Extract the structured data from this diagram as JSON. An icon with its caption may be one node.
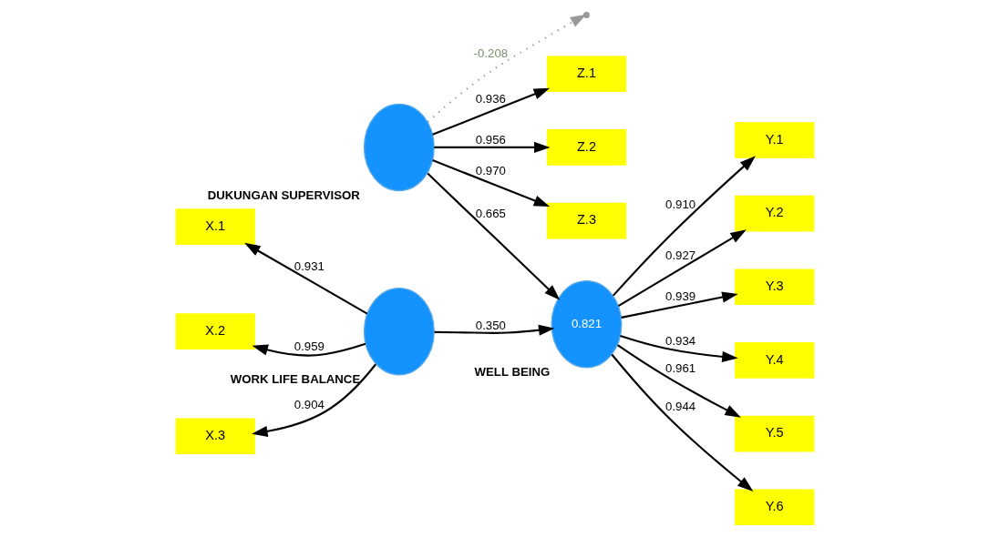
{
  "diagram": {
    "nodes": [
      {
        "text": [
          "Z.1"
        ]
      },
      {
        "text": [
          "Z.2"
        ]
      },
      {
        "text": [
          "Z.3"
        ]
      },
      {
        "text": [
          "DUKUNGAN SUPERVISOR"
        ]
      },
      {
        "text": [
          "X.1"
        ]
      },
      {
        "text": [
          "X.2"
        ]
      },
      {
        "text": [
          "X.3"
        ]
      },
      {
        "text": [
          "WORK LIFE BALANCE"
        ]
      },
      {
        "text": [
          "Y.1"
        ]
      },
      {
        "text": [
          "Y.2"
        ]
      },
      {
        "text": [
          "Y.3"
        ]
      },
      {
        "text": [
          "Y.4"
        ]
      },
      {
        "text": [
          "Y.5"
        ]
      },
      {
        "text": [
          "Y.6"
        ]
      },
      {
        "text": [
          "0.821",
          "WELL BEING"
        ]
      }
    ],
    "edges": [
      {
        "from": 3,
        "to": 0,
        "arrow": "to",
        "label": "0.936"
      },
      {
        "from": 3,
        "to": 1,
        "arrow": "to",
        "label": "0.956"
      },
      {
        "from": 3,
        "to": 2,
        "arrow": "to",
        "label": "0.970"
      },
      {
        "from": 7,
        "to": 4,
        "arrow": "to",
        "label": "0.931"
      },
      {
        "from": 7,
        "to": 5,
        "arrow": "to",
        "label": "0.959"
      },
      {
        "from": 7,
        "to": 6,
        "arrow": "to",
        "label": "0.904"
      },
      {
        "from": 3,
        "to": 14,
        "arrow": "to",
        "label": "0.665"
      },
      {
        "from": 7,
        "to": 14,
        "arrow": "to",
        "label": "0.350"
      },
      {
        "from": 3,
        "to": null,
        "arrow": "to",
        "label": "-0.208",
        "style": "dashed",
        "color": "#999999"
      },
      {
        "from": 14,
        "to": 8,
        "arrow": "to",
        "label": "0.910"
      },
      {
        "from": 14,
        "to": 9,
        "arrow": "to",
        "label": "0.927"
      },
      {
        "from": 14,
        "to": 10,
        "arrow": "to",
        "label": "0.939"
      },
      {
        "from": 14,
        "to": 11,
        "arrow": "to",
        "label": "0.934"
      },
      {
        "from": 14,
        "to": 12,
        "arrow": "to",
        "label": "0.961"
      },
      {
        "from": 14,
        "to": 13,
        "arrow": "to",
        "label": "0.944"
      }
    ]
  }
}
